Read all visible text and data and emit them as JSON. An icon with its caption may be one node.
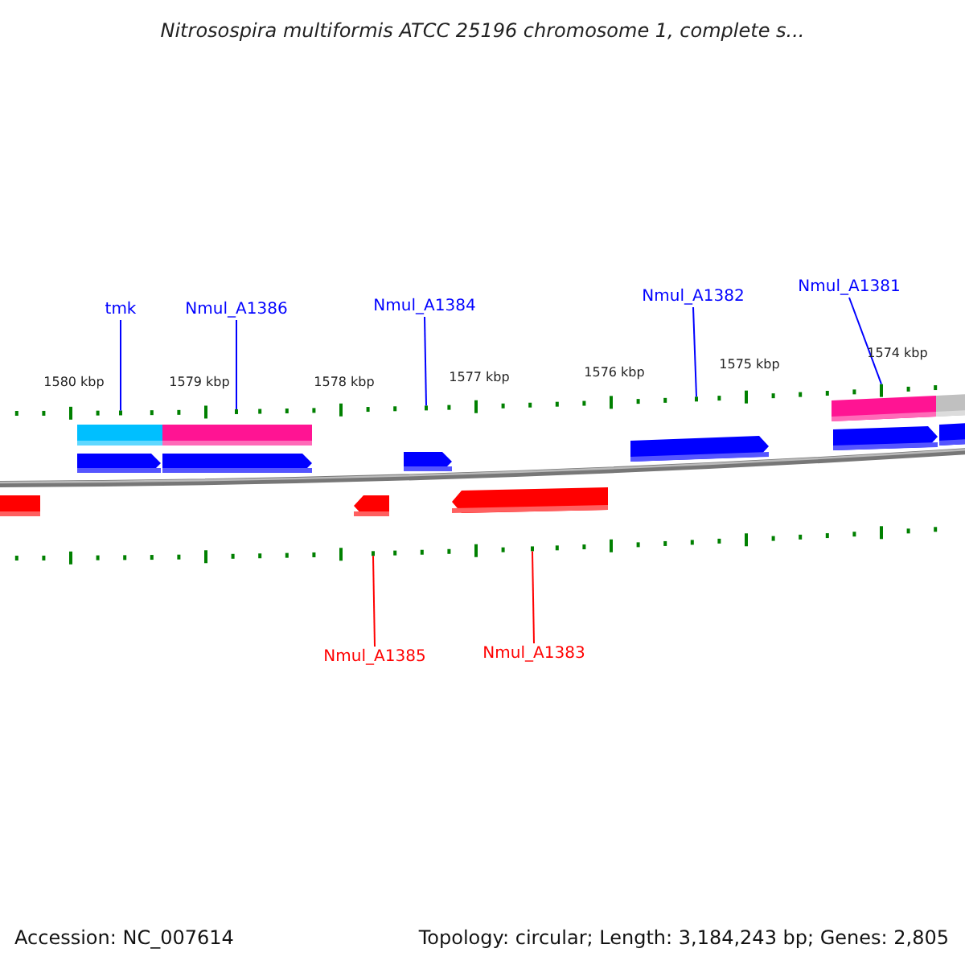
{
  "diagram": {
    "title": "Nitrosospira multiformis ATCC 25196 chromosome 1, complete s...",
    "nodes": [
      {
        "text": [
          "tmk"
        ]
      },
      {
        "text": [
          "Nmul_A1386"
        ]
      },
      {
        "text": [
          "Nmul_A1384"
        ]
      },
      {
        "text": [
          "Nmul_A1382"
        ]
      },
      {
        "text": [
          "Nmul_A1381"
        ]
      },
      {
        "text": [
          "Nmul_A1385"
        ]
      },
      {
        "text": [
          "Nmul_A1383"
        ]
      },
      {
        "text": [],
        "shape": "box"
      },
      {
        "text": [],
        "shape": "box"
      },
      {
        "text": [],
        "shape": "box"
      },
      {
        "text": [],
        "shape": "box"
      },
      {
        "text": [],
        "shape": "box"
      },
      {
        "text": [],
        "shape": "box"
      },
      {
        "text": [],
        "shape": "bar"
      }
    ],
    "edges": [
      {
        "from": 0,
        "to": 7,
        "arrow": "none"
      },
      {
        "from": 1,
        "to": 8,
        "arrow": "none"
      },
      {
        "from": 2,
        "to": 10,
        "arrow": "none"
      },
      {
        "from": 3,
        "to": 12,
        "arrow": "none"
      },
      {
        "from": 4,
        "to": 13,
        "arrow": "none"
      },
      {
        "from": 5,
        "to": 9,
        "arrow": "none",
        "color": "#ff0000"
      },
      {
        "from": 6,
        "to": 11,
        "arrow": "none",
        "color": "#ff0000"
      }
    ],
    "labels": [
      "1580 kbp",
      "1579 kbp",
      "1578 kbp",
      "1577 kbp",
      "1576 kbp",
      "1575 kbp",
      "1574 kbp",
      "Accession: NC_007614",
      "Topology: circular; Length: 3,184,243 bp; Genes: 2,805"
    ]
  }
}
